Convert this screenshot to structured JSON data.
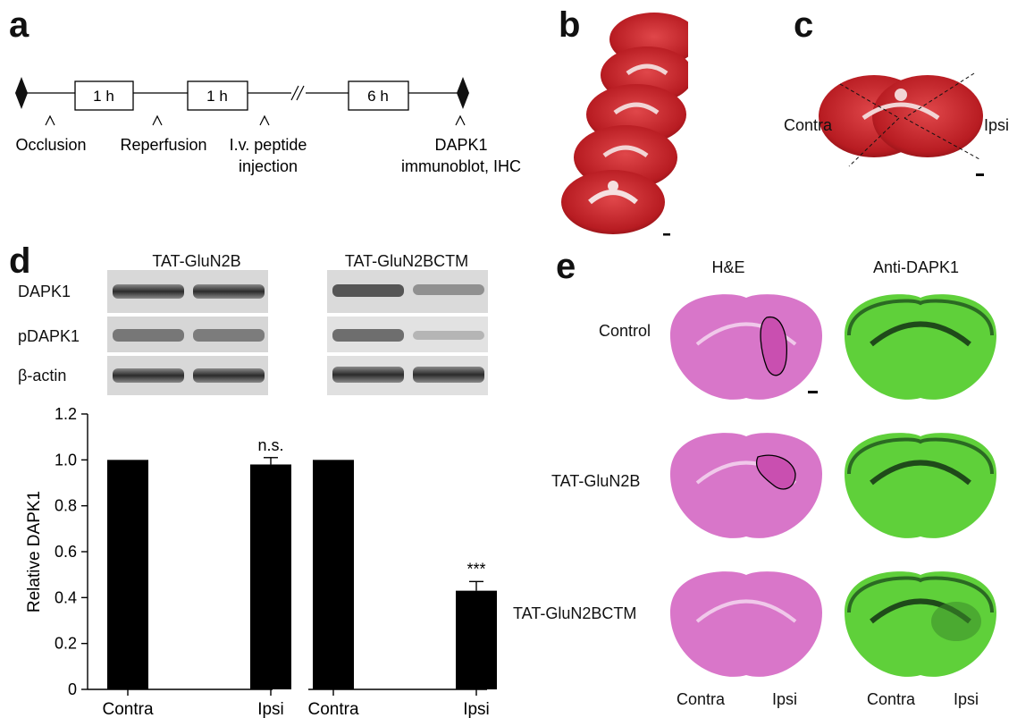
{
  "panels": {
    "a": "a",
    "b": "b",
    "c": "c",
    "d": "d",
    "e": "e"
  },
  "timeline": {
    "boxes": [
      "1 h",
      "1 h",
      "6 h"
    ],
    "events": {
      "occlusion": "Occlusion",
      "reperfusion": "Reperfusion",
      "injection_line1": "I.v. peptide",
      "injection_line2": "injection",
      "dapk_line1": "DAPK1",
      "dapk_line2": "immunoblot, IHC"
    },
    "marker": "^",
    "break_mark": "//"
  },
  "panel_c": {
    "contra": "Contra",
    "ipsi": "Ipsi"
  },
  "blots": {
    "left_title": "TAT-GluN2B",
    "right_title": "TAT-GluN2BCTM",
    "rows": [
      "DAPK1",
      "pDAPK1",
      "β-actin"
    ]
  },
  "chart_data": {
    "type": "bar",
    "ylabel": "Relative DAPK1",
    "ylim": [
      0,
      1.2
    ],
    "yticks": [
      "0",
      "0.2",
      "0.4",
      "0.6",
      "0.8",
      "1.0",
      "1.2"
    ],
    "groups": [
      {
        "categories": [
          "Contra",
          "Ipsi"
        ],
        "values": [
          1.0,
          0.98
        ],
        "errors": [
          0,
          0.03
        ],
        "annotations": [
          "",
          "n.s."
        ]
      },
      {
        "categories": [
          "Contra",
          "Ipsi"
        ],
        "values": [
          1.0,
          0.43
        ],
        "errors": [
          0,
          0.04
        ],
        "annotations": [
          "",
          "***"
        ]
      }
    ],
    "bar_color": "#000000"
  },
  "panel_e": {
    "col_he": "H&E",
    "col_dapk": "Anti-DAPK1",
    "rows": [
      "Control",
      "TAT-GluN2B",
      "TAT-GluN2BCTM"
    ],
    "bottom_labels": [
      "Contra",
      "Ipsi",
      "Contra",
      "Ipsi"
    ],
    "colors": {
      "he": "#d873c6",
      "dapk": "#5fd03a"
    }
  }
}
